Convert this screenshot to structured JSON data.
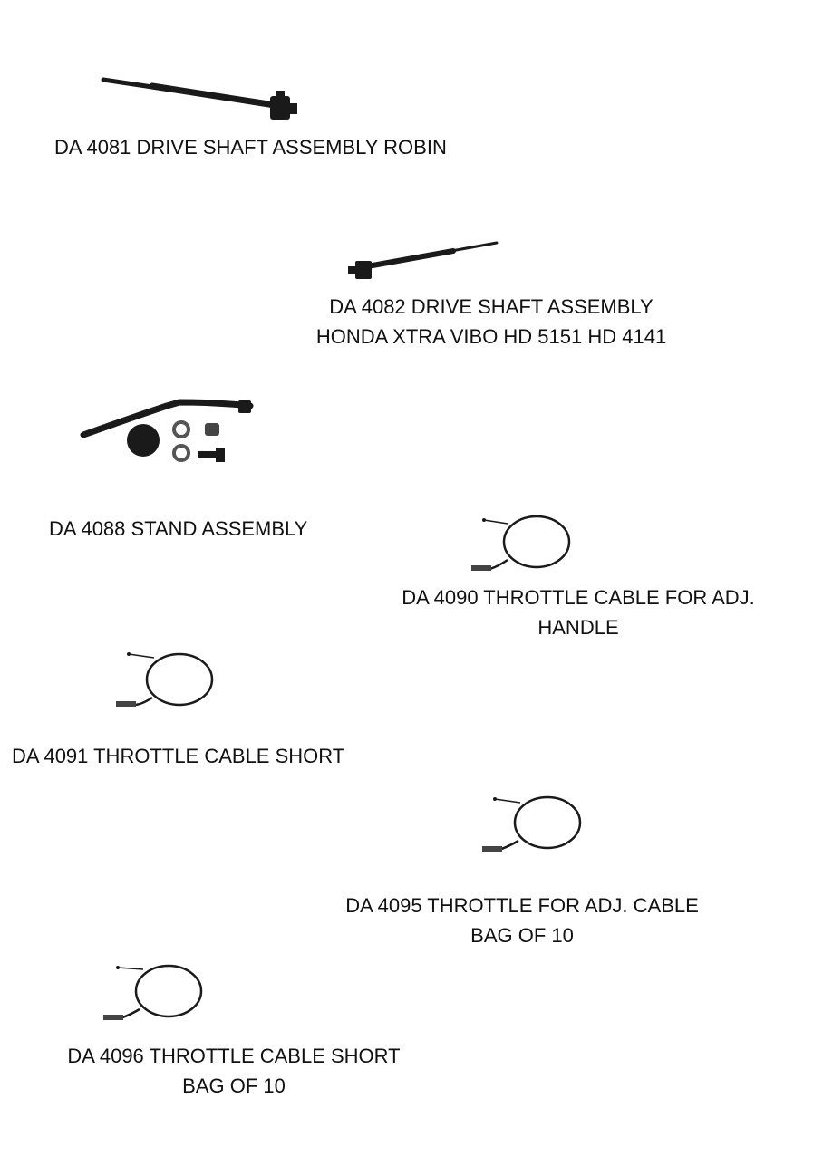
{
  "items": [
    {
      "code": "DA 4081",
      "lines": [
        "DA 4081 DRIVE SHAFT ASSEMBLY ROBIN"
      ],
      "image": "drive-shaft-icon"
    },
    {
      "code": "DA 4082",
      "lines": [
        "DA 4082 DRIVE SHAFT ASSEMBLY",
        "HONDA XTRA VIBO HD 5151 HD 4141"
      ],
      "image": "drive-shaft-icon"
    },
    {
      "code": "DA 4088",
      "lines": [
        "DA 4088 STAND ASSEMBLY"
      ],
      "image": "stand-assembly-icon"
    },
    {
      "code": "DA 4090",
      "lines": [
        "DA 4090 THROTTLE CABLE FOR ADJ.",
        "HANDLE"
      ],
      "image": "throttle-cable-icon"
    },
    {
      "code": "DA 4091",
      "lines": [
        "DA 4091 THROTTLE CABLE SHORT"
      ],
      "image": "throttle-cable-icon"
    },
    {
      "code": "DA 4095",
      "lines": [
        "DA 4095 THROTTLE FOR ADJ. CABLE",
        "BAG OF 10"
      ],
      "image": "throttle-cable-icon"
    },
    {
      "code": "DA 4096",
      "lines": [
        "DA 4096 THROTTLE CABLE SHORT",
        "BAG OF 10"
      ],
      "image": "throttle-cable-icon"
    }
  ],
  "colors": {
    "part": "#1a1a1a",
    "text": "#111111",
    "background": "#ffffff"
  }
}
